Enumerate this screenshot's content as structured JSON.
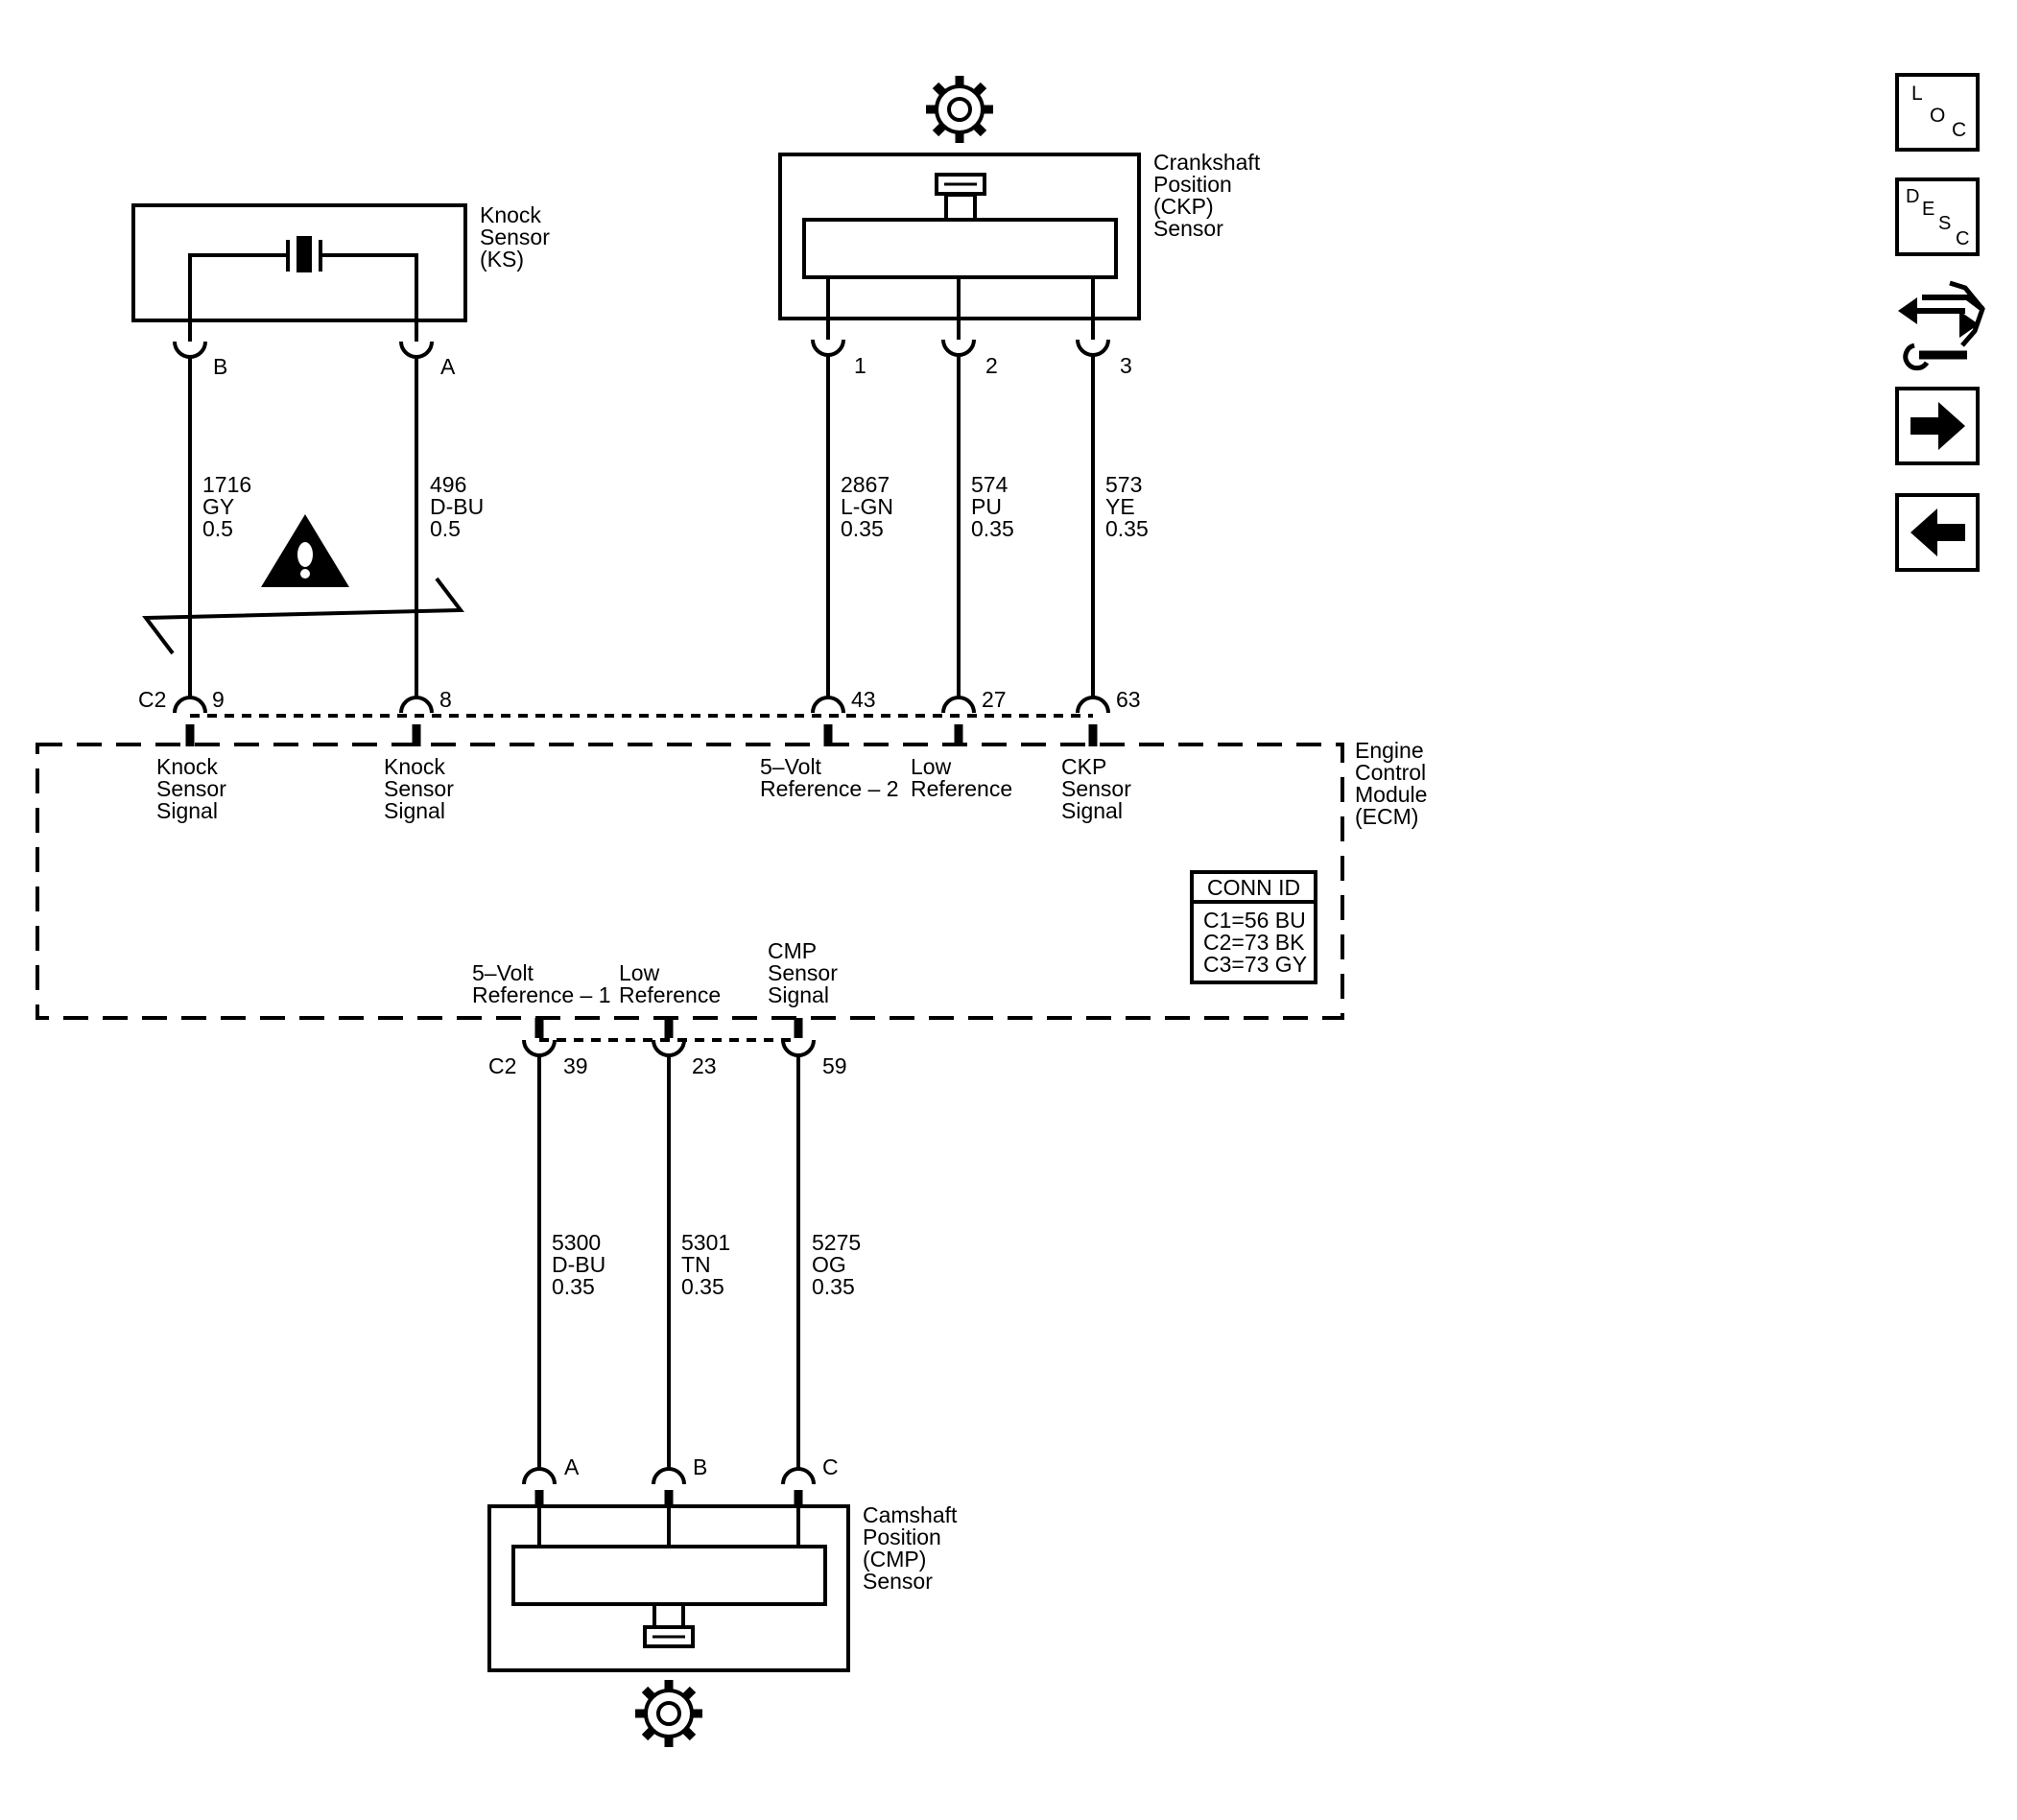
{
  "knock_sensor": {
    "name": [
      "Knock",
      "Sensor",
      "(KS)"
    ],
    "pins": [
      "B",
      "A"
    ],
    "wires": [
      {
        "circuit": "1716",
        "color": "GY",
        "gauge": "0.5"
      },
      {
        "circuit": "496",
        "color": "D-BU",
        "gauge": "0.5"
      }
    ]
  },
  "ckp_sensor": {
    "name": [
      "Crankshaft",
      "Position",
      "(CKP)",
      "Sensor"
    ],
    "pins": [
      "1",
      "2",
      "3"
    ],
    "wires": [
      {
        "circuit": "2867",
        "color": "L-GN",
        "gauge": "0.35"
      },
      {
        "circuit": "574",
        "color": "PU",
        "gauge": "0.35"
      },
      {
        "circuit": "573",
        "color": "YE",
        "gauge": "0.35"
      }
    ]
  },
  "ecm": {
    "name": [
      "Engine",
      "Control",
      "Module",
      "(ECM)"
    ],
    "top_connector": "C2",
    "top_pins": [
      "9",
      "8",
      "43",
      "27",
      "63"
    ],
    "top_signals": [
      [
        "Knock",
        "Sensor",
        "Signal"
      ],
      [
        "Knock",
        "Sensor",
        "Signal"
      ],
      [
        "5–Volt",
        "Reference – 2"
      ],
      [
        "Low",
        "Reference"
      ],
      [
        "CKP",
        "Sensor",
        "Signal"
      ]
    ],
    "bottom_connector": "C2",
    "bottom_pins": [
      "39",
      "23",
      "59"
    ],
    "bottom_signals": [
      [
        "5–Volt",
        "Reference – 1"
      ],
      [
        "Low",
        "Reference"
      ],
      [
        "CMP",
        "Sensor",
        "Signal"
      ]
    ],
    "conn_id": {
      "title": "CONN ID",
      "rows": [
        "C1=56 BU",
        "C2=73 BK",
        "C3=73 GY"
      ]
    }
  },
  "cmp_sensor": {
    "name": [
      "Camshaft",
      "Position",
      "(CMP)",
      "Sensor"
    ],
    "pins": [
      "A",
      "B",
      "C"
    ],
    "wires": [
      {
        "circuit": "5300",
        "color": "D-BU",
        "gauge": "0.35"
      },
      {
        "circuit": "5301",
        "color": "TN",
        "gauge": "0.35"
      },
      {
        "circuit": "5275",
        "color": "OG",
        "gauge": "0.35"
      }
    ]
  },
  "side_nav": {
    "loc": [
      "L",
      "O",
      "C"
    ],
    "desc": [
      "D",
      "E",
      "S",
      "C"
    ],
    "buttons": [
      "loc-icon",
      "desc-icon",
      "connector-wrench-icon",
      "arrow-right-icon",
      "arrow-left-icon"
    ]
  }
}
